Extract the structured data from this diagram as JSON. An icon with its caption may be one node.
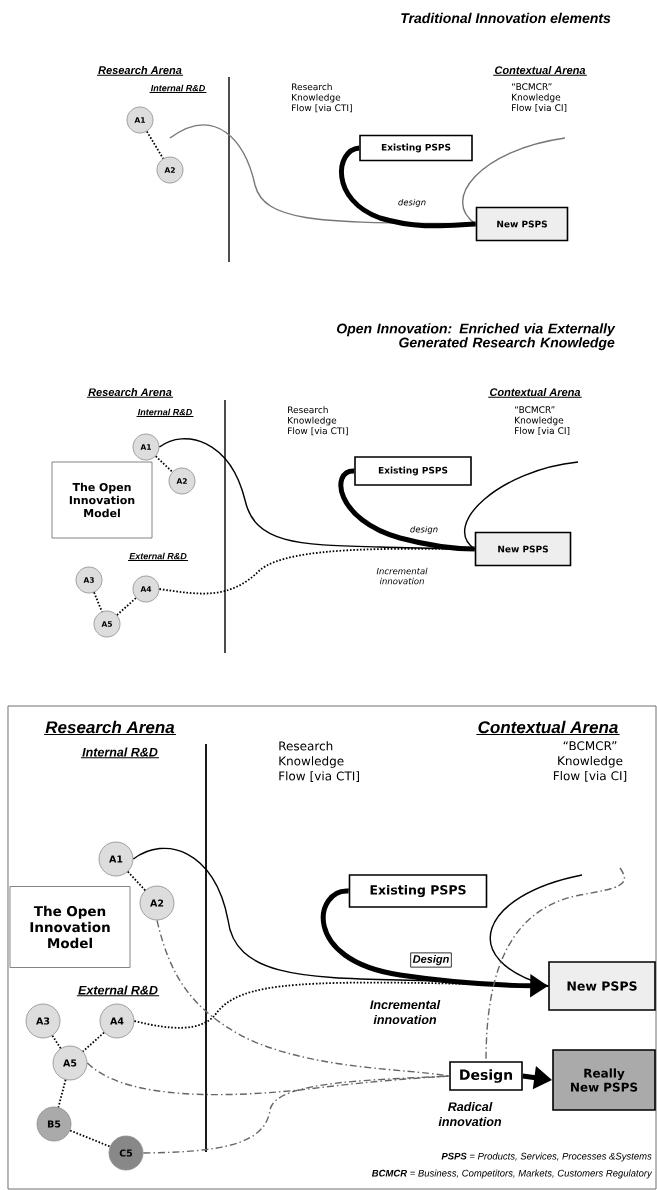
{
  "diagram": {
    "nodes": [
      {
        "text": [
          "A1"
        ]
      },
      {
        "text": [
          "A2"
        ]
      },
      {
        "text": [
          "Existing PSPS"
        ]
      },
      {
        "text": [
          "New PSPS"
        ]
      },
      {
        "text": [
          "The Open Innovation Model"
        ]
      },
      {
        "text": [
          "A1"
        ]
      },
      {
        "text": [
          "A2"
        ]
      },
      {
        "text": [
          "A3"
        ]
      },
      {
        "text": [
          "A4"
        ]
      },
      {
        "text": [
          "A5"
        ]
      },
      {
        "text": [
          "Existing PSPS"
        ]
      },
      {
        "text": [
          "New PSPS"
        ]
      },
      {
        "text": [
          "The Open Innovation Model"
        ]
      },
      {
        "text": [
          "A1"
        ]
      },
      {
        "text": [
          "A2"
        ]
      },
      {
        "text": [
          "A3"
        ]
      },
      {
        "text": [
          "A4"
        ]
      },
      {
        "text": [
          "A5"
        ]
      },
      {
        "text": [
          "B5"
        ]
      },
      {
        "text": [
          "C5"
        ]
      },
      {
        "text": [
          "Existing PSPS"
        ]
      },
      {
        "text": [
          "New PSPS"
        ]
      },
      {
        "text": [
          "Design"
        ]
      },
      {
        "text": [
          "Really New PSPS"
        ]
      }
    ],
    "edges": [
      {
        "from": 0,
        "to": 1,
        "arrow": "none",
        "style": "dashed"
      },
      {
        "from": null,
        "to": 3,
        "arrow": "none",
        "color": "#777777"
      },
      {
        "from": null,
        "to": 3,
        "arrow": "none",
        "color": "#777777"
      },
      {
        "from": 2,
        "to": 3,
        "arrow": "none",
        "style": "thick",
        "label": "design"
      },
      {
        "from": 5,
        "to": 6,
        "arrow": "none",
        "style": "dashed"
      },
      {
        "from": 7,
        "to": 9,
        "arrow": "none",
        "style": "dashed"
      },
      {
        "from": 9,
        "to": 8,
        "arrow": "none",
        "style": "dashed"
      },
      {
        "from": 5,
        "to": 11,
        "arrow": "none"
      },
      {
        "from": null,
        "to": 11,
        "arrow": "none"
      },
      {
        "from": 10,
        "to": 11,
        "arrow": "none",
        "style": "thick",
        "label": "design"
      },
      {
        "from": 8,
        "to": 11,
        "arrow": "none",
        "style": "dashed"
      },
      {
        "from": 13,
        "to": 14,
        "arrow": "none",
        "style": "dashed"
      },
      {
        "from": 15,
        "to": 17,
        "arrow": "none",
        "style": "dashed"
      },
      {
        "from": 16,
        "to": 17,
        "arrow": "none",
        "style": "dashed"
      },
      {
        "from": 17,
        "to": 18,
        "arrow": "none",
        "style": "dashed"
      },
      {
        "from": 18,
        "to": 19,
        "arrow": "none",
        "style": "dashed"
      },
      {
        "from": 13,
        "to": 21,
        "arrow": "none"
      },
      {
        "from": null,
        "to": 21,
        "arrow": "none"
      },
      {
        "from": 20,
        "to": 21,
        "arrow": "to",
        "style": "thick",
        "label": "Design"
      },
      {
        "from": 16,
        "to": 21,
        "arrow": "none",
        "style": "dashed"
      },
      {
        "from": 14,
        "to": 22,
        "arrow": "none",
        "style": "dashed",
        "color": "#666666"
      },
      {
        "from": 17,
        "to": 22,
        "arrow": "none",
        "style": "dashed",
        "color": "#666666"
      },
      {
        "from": 19,
        "to": 22,
        "arrow": "none",
        "style": "dashed",
        "color": "#666666"
      },
      {
        "from": null,
        "to": 22,
        "arrow": "none",
        "style": "dashed",
        "color": "#666666"
      },
      {
        "from": 22,
        "to": 23,
        "arrow": "to",
        "style": "thick"
      }
    ],
    "labels": [
      "Traditional Innovation elements",
      "Research Arena",
      "Internal R&D",
      "Research Knowledge Flow [via CTI]",
      "Contextual Arena",
      "“BCMCR” Knowledge Flow [via CI]",
      "Open Innovation: Enriched via Externally Generated Research Knowledge",
      "Research Arena",
      "Internal R&D",
      "Research Knowledge Flow [via CTI]",
      "Contextual Arena",
      "“BCMCR” Knowledge Flow [via CI]",
      "External R&D",
      "Incremental innovation",
      "Research Arena",
      "Internal R&D",
      "Research Knowledge Flow [via CTI]",
      "Contextual Arena",
      "“BCMCR” Knowledge Flow [via CI]",
      "External R&D",
      "Incremental innovation",
      "Radical innovation",
      "**PSPS** = Products, Services, Processes &Systems",
      "**BCMCR** = Business, Competitors, Markets, Customers Regulatory"
    ]
  }
}
